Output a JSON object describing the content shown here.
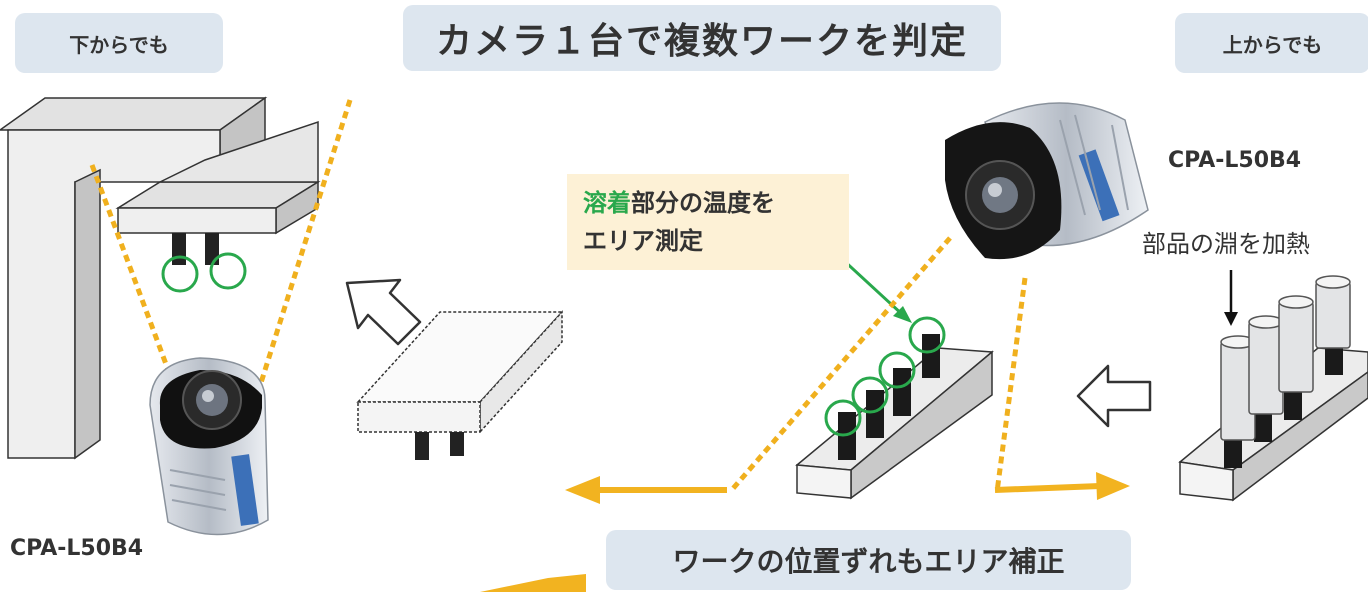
{
  "labels": {
    "from_below": "下からでも",
    "from_above": "上からでも",
    "title": "カメラ１台で複数ワークを判定",
    "bottom_caption": "ワークの位置ずれもエリア補正",
    "model_right": "CPA-L50B4",
    "model_left": "CPA-L50B4",
    "heat_note": "部品の淵を加熱",
    "callout_highlight": "溶着",
    "callout_line1_rest": "部分の温度を",
    "callout_line2": "エリア測定"
  },
  "colors": {
    "pill_bg": "#dde6ef",
    "callout_bg": "#fdf1d6",
    "highlight_green": "#29a84c",
    "dotted_orange": "#f0b01e",
    "arrow_orange": "#f2b320"
  }
}
